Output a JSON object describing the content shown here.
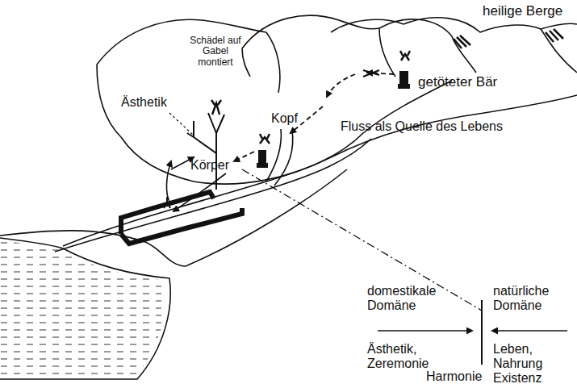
{
  "diagram": {
    "labels": [
      "heilige Berge",
      "Schädel auf Gabel montiert",
      "getöteter Bär",
      "Ästhetik",
      "Kopf",
      "Fluss als Quelle des Lebens",
      "Körper",
      "domestikale Domäne",
      "natürliche Domäne",
      "Ästhetik, Zeremonie",
      "Leben, Nahrung Existenz",
      "Harmonie"
    ]
  }
}
